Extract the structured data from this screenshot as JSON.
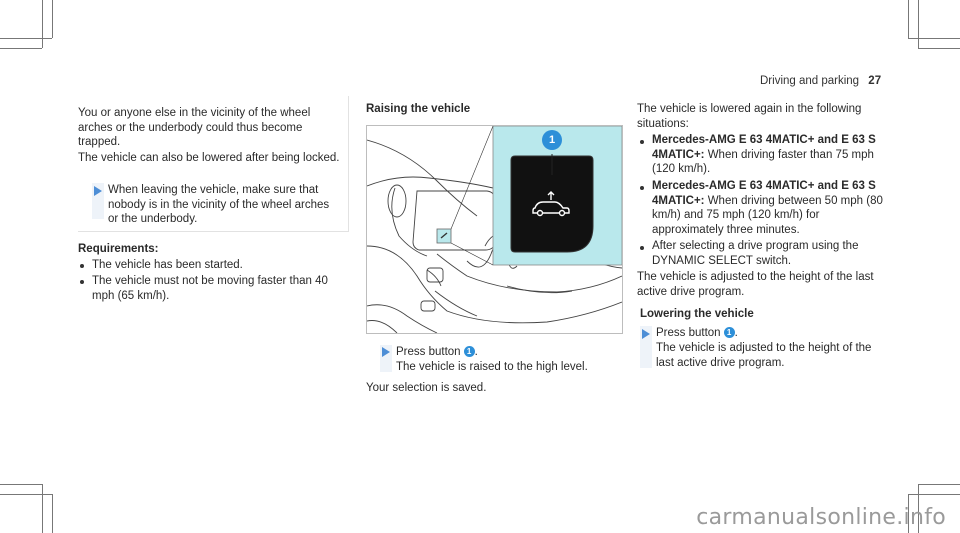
{
  "header": {
    "section": "Driving and parking",
    "page_number": "27"
  },
  "col1": {
    "warning_p1": "You or anyone else in the vicinity of the wheel arches or the underbody could thus become trapped.",
    "warning_p2": "The vehicle can also be lowered after being locked.",
    "warning_step": "When leaving the vehicle, make sure that nobody is in the vicinity of the wheel arches or the underbody.",
    "requirements_heading": "Requirements:",
    "requirements": [
      "The vehicle has been started.",
      "The vehicle must not be moving faster than 40 mph (65 km/h)."
    ]
  },
  "col2": {
    "heading": "Raising the vehicle",
    "callout_number": "1",
    "step_press": "Press button",
    "step_button": "1",
    "step_result": "The vehicle is raised to the high level.",
    "saved": "Your selection is saved."
  },
  "col3": {
    "intro": "The vehicle is lowered again in the following situations:",
    "items": [
      {
        "bold": "Mercedes-AMG E 63 4MATIC+ and E 63 S 4MATIC+:",
        "text": "When driving faster than 75 mph (120 km/h)."
      },
      {
        "bold": "Mercedes-AMG E 63 4MATIC+ and E 63 S 4MATIC+:",
        "text": "When driving between 50 mph (80 km/h) and 75 mph (120 km/h) for approximately three minutes."
      },
      {
        "bold": "",
        "text": "After selecting a drive program using the DYNAMIC SELECT switch."
      }
    ],
    "adjusted": "The vehicle is adjusted to the height of the last active drive program.",
    "lowering_heading": "Lowering the vehicle",
    "step_press": "Press button",
    "step_button": "1",
    "step_result": "The vehicle is adjusted to the height of the last active drive program."
  },
  "watermark": "carmanualsonline.info",
  "colors": {
    "accent": "#2d8fd8",
    "figure_highlight": "#b9e8ec",
    "arrow": "#4d8ed6"
  }
}
